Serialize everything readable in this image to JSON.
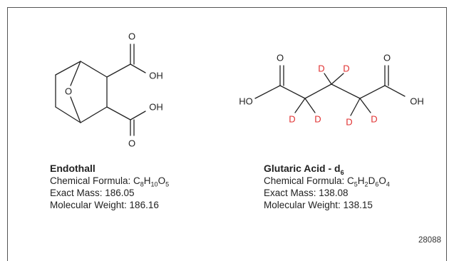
{
  "endothall": {
    "name": "Endothall",
    "formula_label": "Chemical Formula: ",
    "formula": [
      {
        "el": "C",
        "n": "8"
      },
      {
        "el": "H",
        "n": "10"
      },
      {
        "el": "O",
        "n": "5"
      }
    ],
    "exact_mass": "Exact Mass: 186.05",
    "mol_weight": "Molecular Weight: 186.16",
    "atoms": {
      "o_top_carbonyl": "O",
      "oh_top": "OH",
      "o_bridge": "O",
      "oh_bottom": "OH",
      "o_bottom_carbonyl": "O"
    }
  },
  "glutaric": {
    "name_base": "Glutaric Acid - d",
    "name_sub": "6",
    "formula_label": "Chemical Formula: ",
    "formula": [
      {
        "el": "C",
        "n": "5"
      },
      {
        "el": "H",
        "n": "2"
      },
      {
        "el": "D",
        "n": "6"
      },
      {
        "el": "O",
        "n": "4"
      }
    ],
    "exact_mass": "Exact Mass: 138.08",
    "mol_weight": "Molecular Weight: 138.15",
    "atoms": {
      "ho_left": "HO",
      "o_left_carbonyl": "O",
      "o_right_carbonyl": "O",
      "oh_right": "OH",
      "d1": "D",
      "d2": "D",
      "d3": "D",
      "d4": "D",
      "d5": "D",
      "d6": "D"
    },
    "deuterium_color": "#e03030"
  },
  "figure_code": "28088"
}
